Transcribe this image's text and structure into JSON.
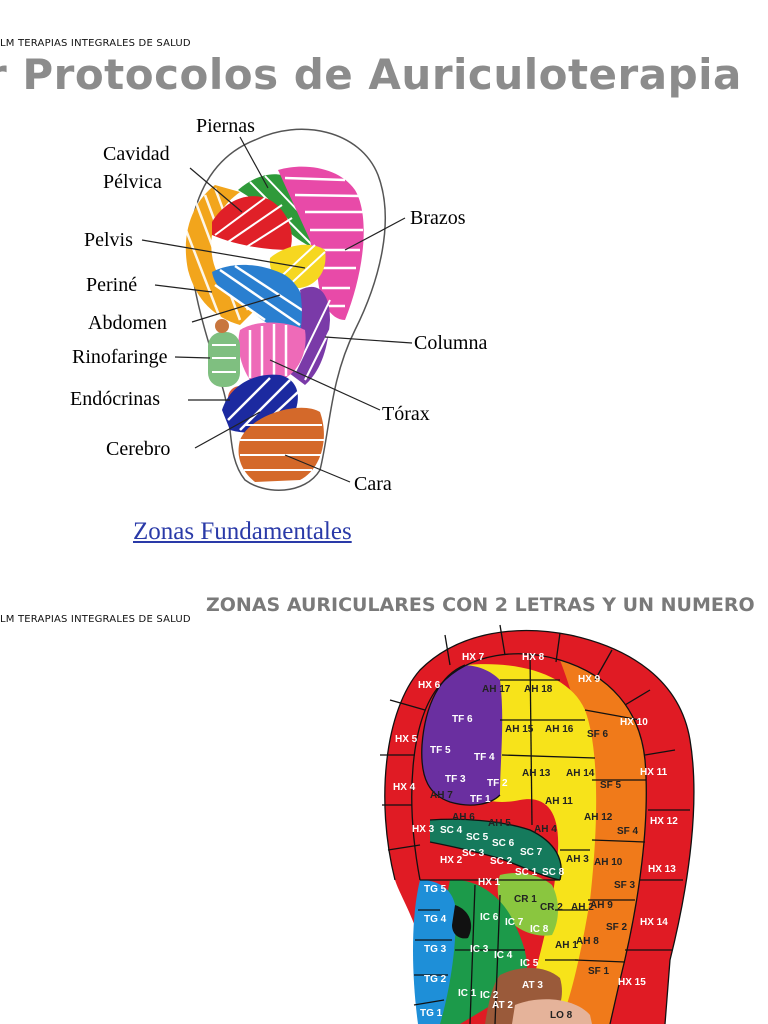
{
  "page1": {
    "header": "LM TERAPIAS INTEGRALES DE SALUD",
    "title": "r Protocolos de Auriculoterapia",
    "labels": {
      "piernas": "Piernas",
      "cavidad1": "Cavidad",
      "cavidad2": "Pélvica",
      "brazos": "Brazos",
      "pelvis": "Pelvis",
      "perine": "Periné",
      "abdomen": "Abdomen",
      "columna": "Columna",
      "rinofaringe": "Rinofaringe",
      "endocrinas": "Endócrinas",
      "torax": "Tórax",
      "cerebro": "Cerebro",
      "cara": "Cara"
    },
    "caption": "Zonas Fundamentales"
  },
  "page2": {
    "header": "LM TERAPIAS INTEGRALES DE SALUD",
    "title": "ZONAS AURICULARES CON 2 LETRAS Y UN NUMERO",
    "zones": {
      "hx7": "HX 7",
      "hx8": "HX 8",
      "hx9": "HX 9",
      "hx6": "HX 6",
      "hx10": "HX 10",
      "hx5": "HX 5",
      "hx11": "HX 11",
      "hx4": "HX 4",
      "hx12": "HX 12",
      "hx3": "HX 3",
      "hx13": "HX 13",
      "hx2": "HX 2",
      "hx1": "HX 1",
      "hx14": "HX 14",
      "hx15": "HX 15",
      "ah17": "AH 17",
      "ah18": "AH 18",
      "ah15": "AH 15",
      "ah16": "AH 16",
      "ah13": "AH 13",
      "ah14": "AH 14",
      "ah11": "AH 11",
      "ah12": "AH 12",
      "ah5": "AH 5",
      "ah4": "AH 4",
      "ah6": "AH 6",
      "ah7": "AH 7",
      "ah3": "AH 3",
      "ah10": "AH 10",
      "ah2": "AH 2",
      "ah9": "AH 9",
      "ah1": "AH 1",
      "ah8": "AH 8",
      "tf6": "TF 6",
      "tf5": "TF 5",
      "tf4": "TF 4",
      "tf3": "TF 3",
      "tf2": "TF 2",
      "tf1": "TF 1",
      "sf6": "SF 6",
      "sf5": "SF 5",
      "sf4": "SF 4",
      "sf3": "SF 3",
      "sf2": "SF 2",
      "sf1": "SF 1",
      "sc4": "SC 4",
      "sc5": "SC 5",
      "sc6": "SC 6",
      "sc7": "SC 7",
      "sc8": "SC 8",
      "sc3": "SC 3",
      "sc2": "SC 2",
      "sc1": "SC 1",
      "cr1": "CR 1",
      "cr2": "CR 2",
      "tg5": "TG 5",
      "tg4": "TG 4",
      "tg3": "TG 3",
      "tg2": "TG 2",
      "tg1": "TG 1",
      "ic6": "IC 6",
      "ic7": "IC 7",
      "ic8": "IC 8",
      "ic3": "IC 3",
      "ic4": "IC 4",
      "ic5": "IC 5",
      "ic1": "IC 1",
      "ic2": "IC 2",
      "at3": "AT 3",
      "at2": "AT 2",
      "lo8": "LO 8"
    }
  },
  "colors": {
    "red": "#e01b24",
    "orange": "#f07a1a",
    "yellow": "#f7e31a",
    "purple": "#6a2fa0",
    "green": "#1c9a4a",
    "teal": "#157a5c",
    "blue": "#1e8fd8",
    "brown": "#9a5a3a",
    "pink": "#e5b39a",
    "caption": "#2a3aa8",
    "title_gray": "#8c8c8c"
  }
}
